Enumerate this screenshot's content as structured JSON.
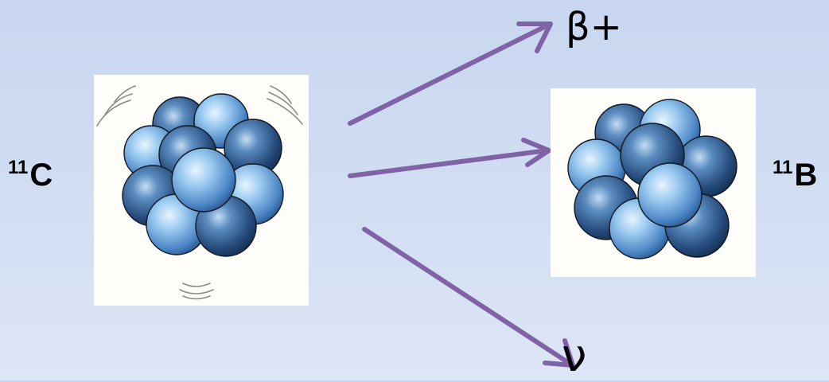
{
  "parent_nucleus": {
    "mass_number": "11",
    "symbol": "C"
  },
  "daughter_nucleus": {
    "mass_number": "11",
    "symbol": "B"
  },
  "decay_products": {
    "positron": "β+",
    "neutrino": "ν"
  },
  "colors": {
    "arrow": "#8062a6",
    "background_top": "#c8d6f0",
    "background_bottom": "#dde6f6",
    "nucleon_light": "#9cc8ee",
    "nucleon_dark": "#1e3f66"
  },
  "icons": {
    "parent": "vibrating-nucleus-icon",
    "daughter": "nucleus-icon"
  }
}
